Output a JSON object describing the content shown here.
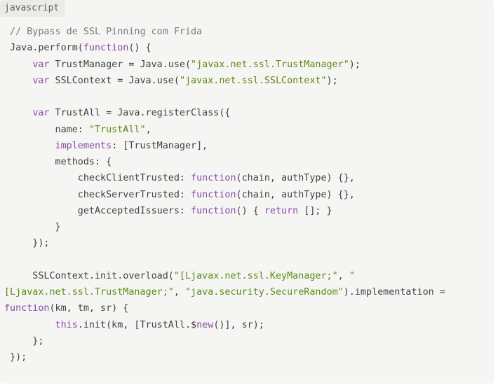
{
  "code_block": {
    "language": "javascript",
    "tokens": {
      "kw_var": "var",
      "kw_function": "function",
      "kw_implements": "implements",
      "kw_return": "return",
      "kw_this": "this",
      "kw_new": "new"
    },
    "lines": {
      "l1": " // Bypass de SSL Pinning com Frida",
      "l2a": " Java.perform(",
      "l2b": "() {",
      "l3a": "     ",
      "l3b": " TrustManager = Java.use(",
      "l3c": "\"javax.net.ssl.TrustManager\"",
      "l3d": ");",
      "l4a": "     ",
      "l4b": " SSLContext = Java.use(",
      "l4c": "\"javax.net.ssl.SSLContext\"",
      "l4d": ");",
      "l6a": "     ",
      "l6b": " TrustAll = Java.registerClass({",
      "l7a": "         name: ",
      "l7b": "\"TrustAll\"",
      "l7c": ",",
      "l8a": "         ",
      "l8b": ": [TrustManager],",
      "l9": "         methods: {",
      "l10a": "             checkClientTrusted: ",
      "l10b": "(chain, authType) {},",
      "l11a": "             checkServerTrusted: ",
      "l11b": "(chain, authType) {},",
      "l12a": "             getAcceptedIssuers: ",
      "l12b": "() { ",
      "l12c": " []; }",
      "l13": "         }",
      "l14": "     });",
      "l16a": "     SSLContext.init.overload(",
      "l16b": "\"[Ljavax.net.ssl.KeyManager;\"",
      "l16c": ", ",
      "l16d": "\"",
      "l17a": "[Ljavax.net.ssl.TrustManager;\"",
      "l17b": ", ",
      "l17c": "\"java.security.SecureRandom\"",
      "l17d": ").implementation =",
      "l18b": "(km, tm, sr) {",
      "l19a": "         ",
      "l19b": ".init(km, [TrustAll.$",
      "l19c": "()], sr);",
      "l20": "     };",
      "l21": " });"
    }
  },
  "colors": {
    "background": "#f5f5f3",
    "label_background": "#ebebe8",
    "text": "#424242",
    "comment": "#7a7a7a",
    "keyword": "#8a4aa8",
    "string": "#5f8a12"
  }
}
